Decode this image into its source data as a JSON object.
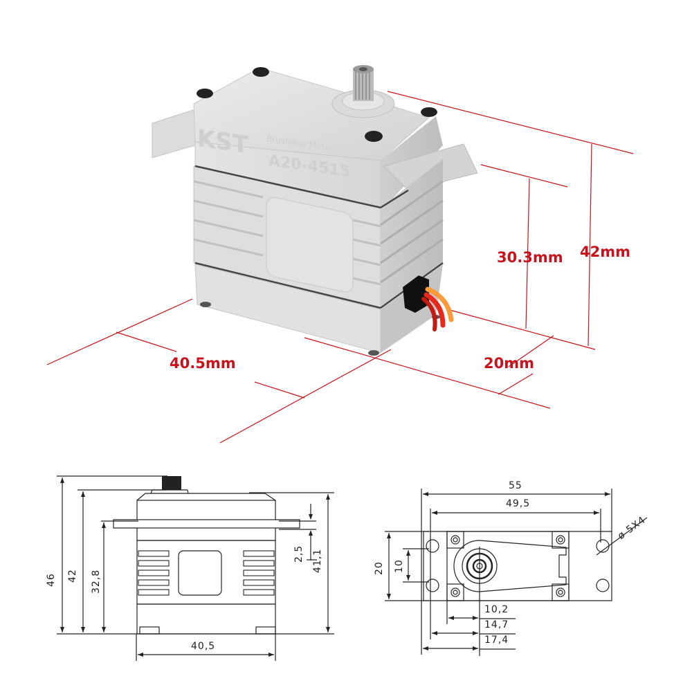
{
  "product": {
    "brand": "KST",
    "subtitle": "Brushless Motor",
    "model": "A20-4515",
    "body_color": "#d9d9d9",
    "screw_color": "#222222",
    "wire_colors": [
      "#e8281c",
      "#ff9a3c",
      "#c41a12"
    ]
  },
  "photo_dimensions": {
    "color": "#c8121c",
    "height_total": "42mm",
    "height_to_tab": "30.3mm",
    "length": "40.5mm",
    "width": "20mm"
  },
  "side_view": {
    "dims": {
      "overall_height": "46",
      "case_height": "42",
      "tab_height": "32,8",
      "tab_thickness": "2,5",
      "body_height": "41,1",
      "length": "40,5"
    }
  },
  "top_view": {
    "dims": {
      "tab_span": "55",
      "hole_spacing": "49,5",
      "hole_diameter": "ø 5X4",
      "width": "20",
      "hole_pitch": "10",
      "offset_1": "10,2",
      "offset_2": "14,7",
      "offset_3": "17,4"
    }
  }
}
